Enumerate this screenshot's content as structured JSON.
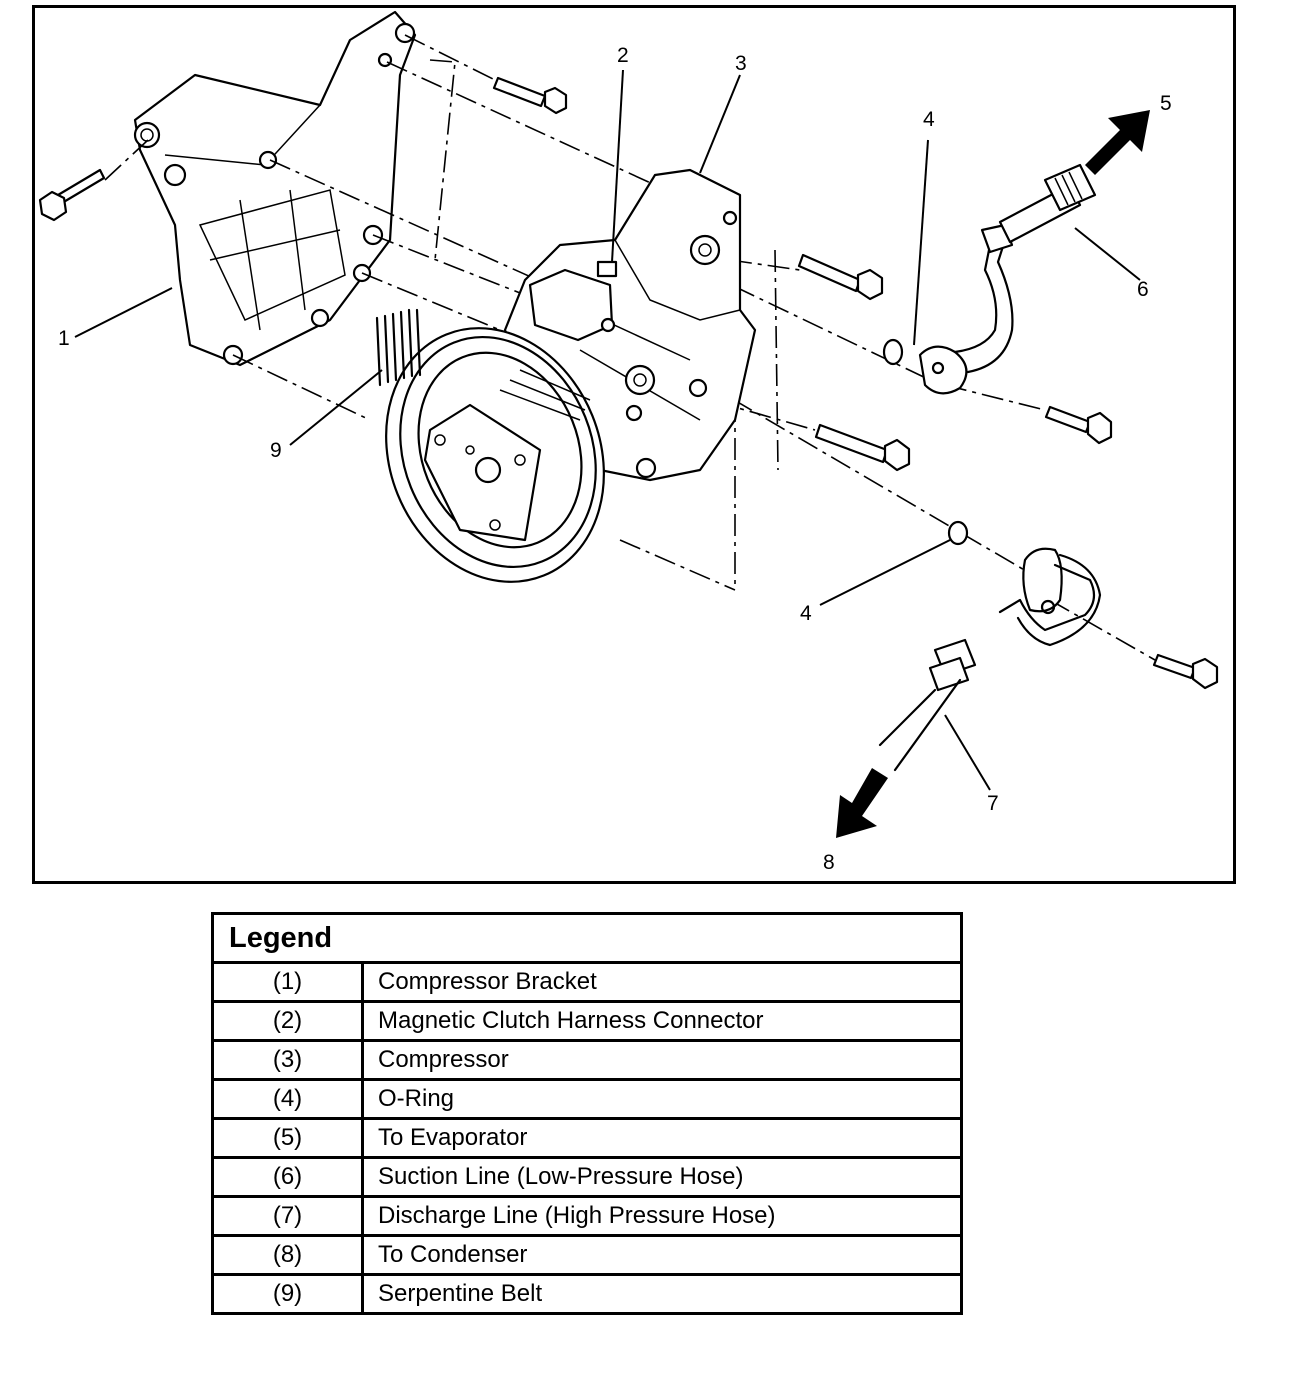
{
  "diagram": {
    "description": "Exploded view of A/C compressor installation with bracket, bolts, hoses and flow arrows",
    "callouts": [
      {
        "id": "1",
        "label": "1"
      },
      {
        "id": "2",
        "label": "2"
      },
      {
        "id": "3",
        "label": "3"
      },
      {
        "id": "4a",
        "label": "4"
      },
      {
        "id": "4b",
        "label": "4"
      },
      {
        "id": "5",
        "label": "5"
      },
      {
        "id": "6",
        "label": "6"
      },
      {
        "id": "7",
        "label": "7"
      },
      {
        "id": "8",
        "label": "8"
      },
      {
        "id": "9",
        "label": "9"
      }
    ],
    "flow_arrows": [
      {
        "callout": "5",
        "direction": "up-right",
        "meaning": "To Evaporator"
      },
      {
        "callout": "8",
        "direction": "down-left",
        "meaning": "To Condenser"
      }
    ]
  },
  "legend": {
    "title": "Legend",
    "rows": [
      {
        "num": "(1)",
        "desc": "Compressor Bracket"
      },
      {
        "num": "(2)",
        "desc": "Magnetic Clutch Harness Connector"
      },
      {
        "num": "(3)",
        "desc": "Compressor"
      },
      {
        "num": "(4)",
        "desc": "O-Ring"
      },
      {
        "num": "(5)",
        "desc": "To Evaporator"
      },
      {
        "num": "(6)",
        "desc": "Suction Line (Low-Pressure Hose)"
      },
      {
        "num": "(7)",
        "desc": "Discharge Line (High Pressure Hose)"
      },
      {
        "num": "(8)",
        "desc": "To Condenser"
      },
      {
        "num": "(9)",
        "desc": "Serpentine Belt"
      }
    ]
  }
}
